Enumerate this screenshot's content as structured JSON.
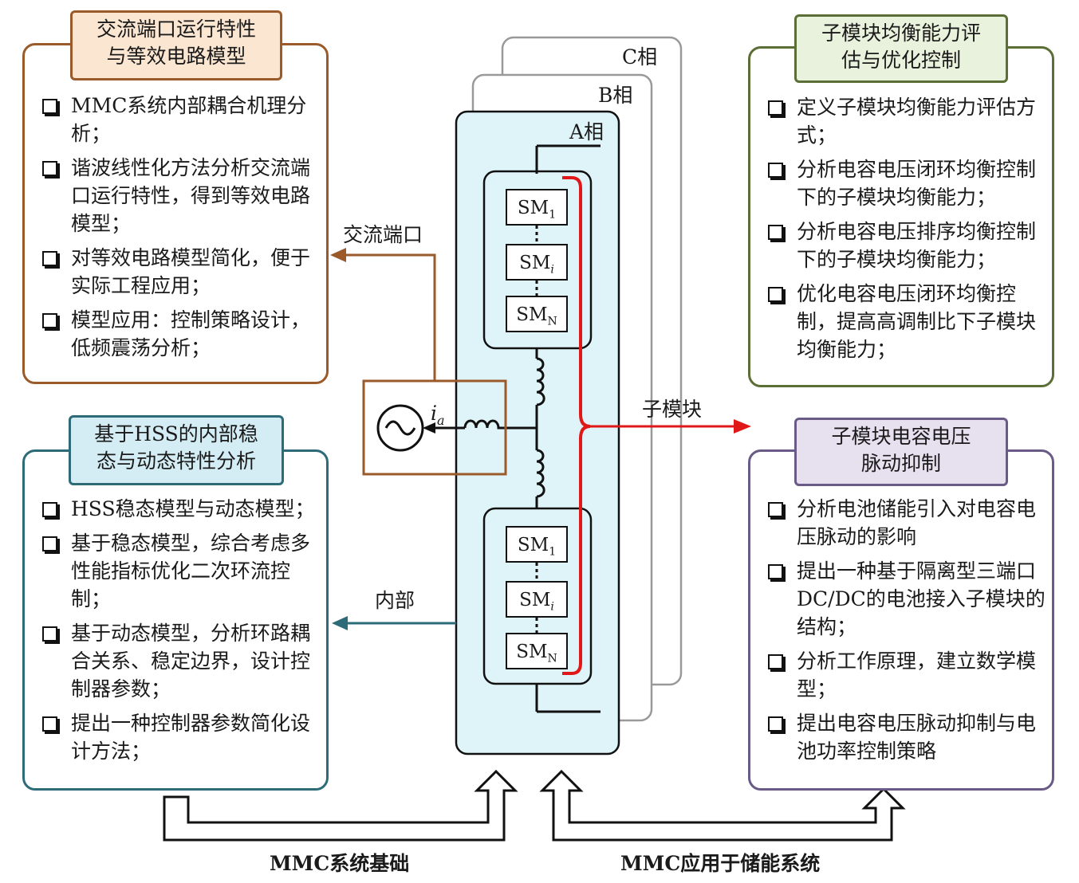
{
  "colors": {
    "brown": "#9a5a2a",
    "brown_fill": "#fbe6d2",
    "teal": "#2e6b78",
    "teal_fill": "#d4edf5",
    "green": "#5a6e35",
    "green_fill": "#e9f2dc",
    "purple": "#6a5a86",
    "purple_fill": "#e6e0ef",
    "phase_fill": "#dff4f8",
    "red": "#e01818",
    "gray": "#999999"
  },
  "panels": {
    "ac_port": {
      "title_line1": "交流端口运行特性",
      "title_line2": "与等效电路模型",
      "items": [
        "MMC系统内部耦合机理分析；",
        "谐波线性化方法分析交流端口运行特性，得到等效电路模型；",
        "对等效电路模型简化，便于实际工程应用；",
        "模型应用：控制策略设计，低频震荡分析；"
      ]
    },
    "hss": {
      "title_line1": "基于HSS的内部稳",
      "title_line2": "态与动态特性分析",
      "items": [
        "HSS稳态模型与动态模型；",
        "基于稳态模型，综合考虑多性能指标优化二次环流控制；",
        "基于动态模型，分析环路耦合关系、稳定边界，设计控制器参数；",
        "提出一种控制器参数简化设计方法；"
      ]
    },
    "balance": {
      "title_line1": "子模块均衡能力评",
      "title_line2": "估与优化控制",
      "items": [
        "定义子模块均衡能力评估方式；",
        "分析电容电压闭环均衡控制下的子模块均衡能力；",
        "分析电容电压排序均衡控制下的子模块均衡能力；",
        "优化电容电压闭环均衡控制，提高高调制比下子模块均衡能力；"
      ]
    },
    "ripple": {
      "title_line1": "子模块电容电压",
      "title_line2": "脉动抑制",
      "items": [
        "分析电池储能引入对电容电压脉动的影响",
        "提出一种基于隔离型三端口DC/DC的电池接入子模块的结构；",
        "分析工作原理，建立数学模型；",
        "提出电容电压脉动抑制与电池功率控制策略"
      ]
    }
  },
  "phases": {
    "a": "A相",
    "b": "B相",
    "c": "C相"
  },
  "submodules": {
    "prefix": "SM",
    "sub_1": "1",
    "sub_i": "i",
    "sub_n": "N"
  },
  "labels": {
    "ac_port": "交流端口",
    "internal": "内部",
    "submodule": "子模块",
    "current_base": "i",
    "current_sub": "a",
    "mmc_base": "MMC系统基础",
    "mmc_storage": "MMC应用于储能系统"
  }
}
